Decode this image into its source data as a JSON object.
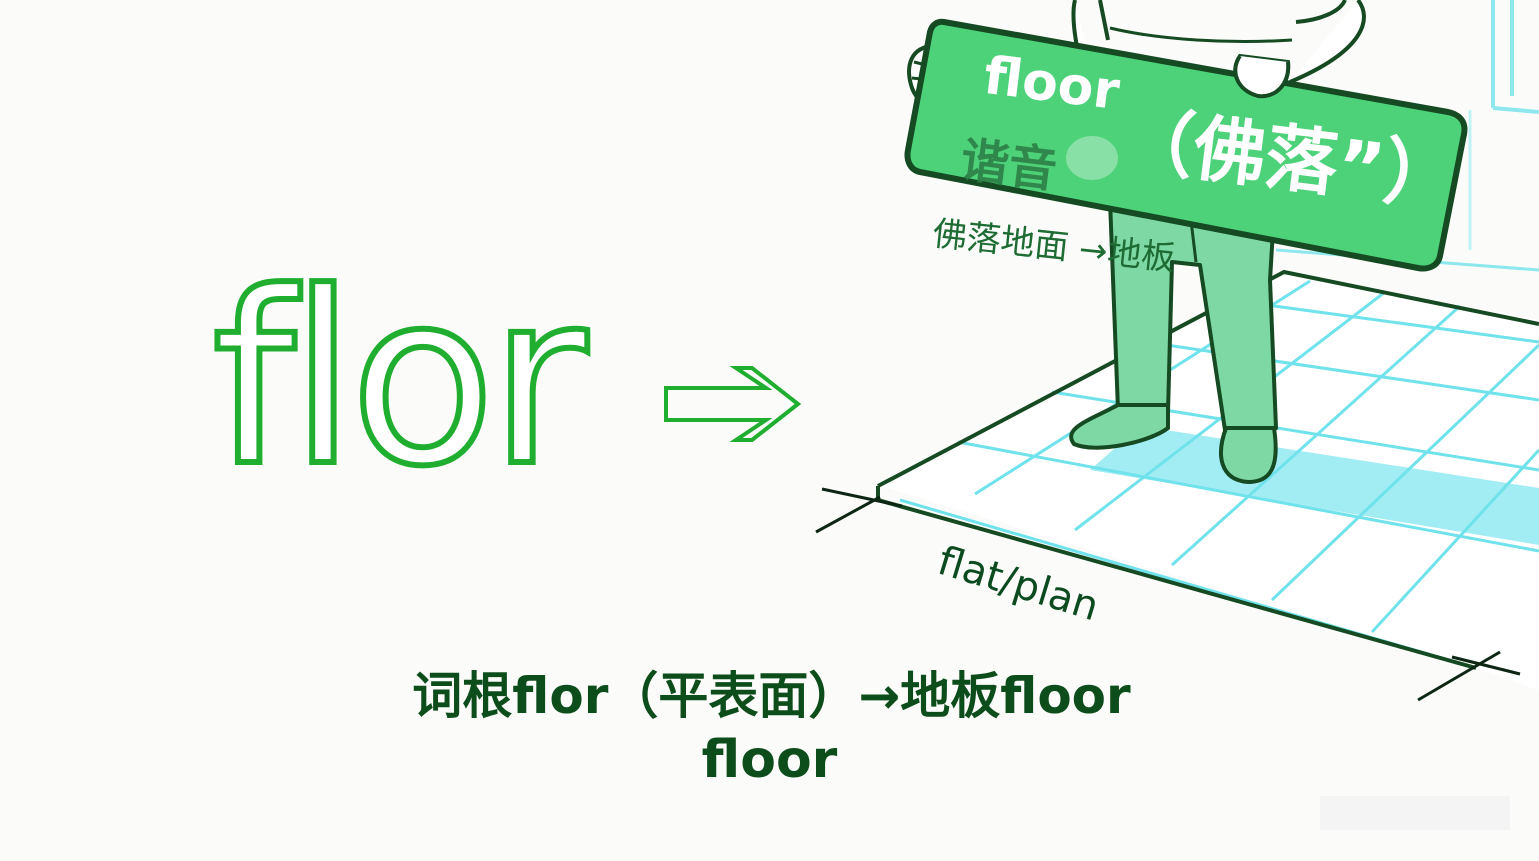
{
  "root_text": "flor",
  "sign": {
    "word": "floor",
    "paren_text": "（佛落”）",
    "xieyin": "谐音"
  },
  "annotation_text": "佛落地面 →地板",
  "dimension_label": "flat/plan",
  "caption": {
    "line1": "词根flor（平表面）→地板floor",
    "line2": "floor"
  },
  "colors": {
    "accent_green": "#1fae2f",
    "sign_green": "#4dd27a",
    "dark_green": "#0d4d1b",
    "floor_cyan": "#7be6ee"
  },
  "icons": [
    "double-arrow-icon",
    "person-figure",
    "sign-board",
    "grid-floor"
  ]
}
